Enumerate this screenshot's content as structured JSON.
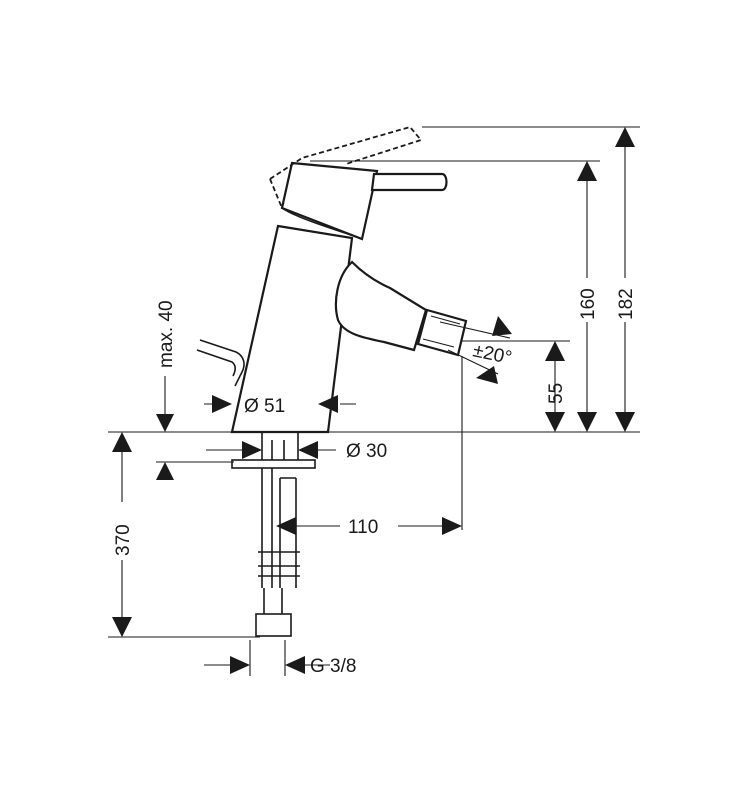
{
  "dimensions": {
    "max_40": "max. 40",
    "dia_51": "Ø 51",
    "dia_30": "Ø 30",
    "d_110": "110",
    "d_160": "160",
    "d_182": "182",
    "d_55": "55",
    "d_370": "370",
    "angle": "±20°",
    "thread": "G 3/8"
  }
}
